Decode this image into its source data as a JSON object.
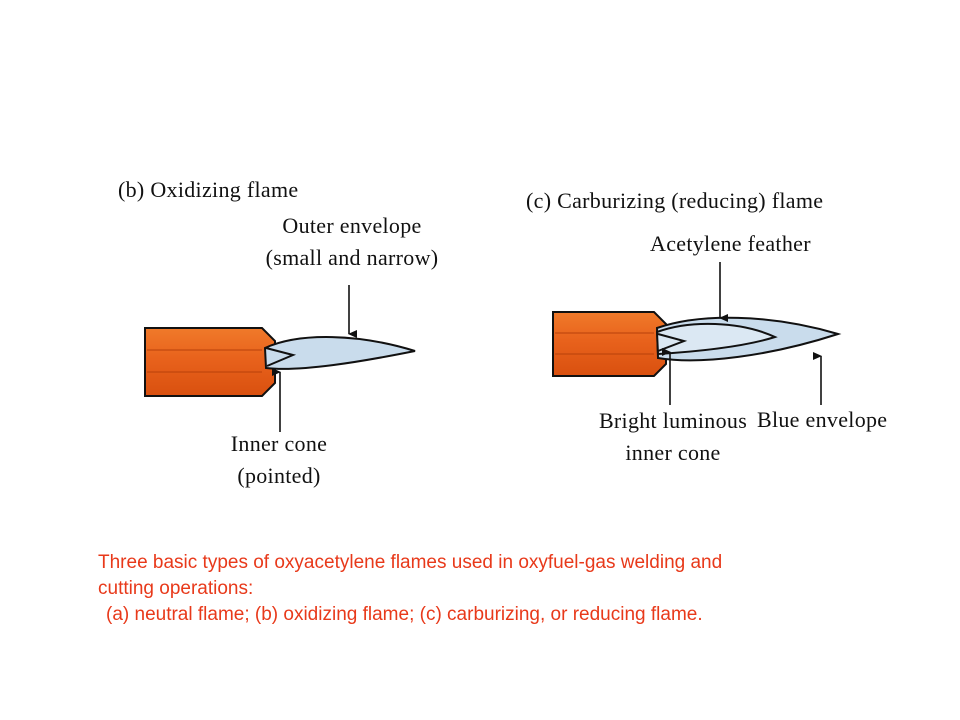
{
  "oxidizing": {
    "title": "(b) Oxidizing flame",
    "outer_line1": "Outer envelope",
    "outer_line2": "(small and narrow)",
    "inner_line1": "Inner cone",
    "inner_line2": "(pointed)"
  },
  "carburizing": {
    "title": "(c) Carburizing (reducing) flame",
    "feather": "Acetylene feather",
    "bright_line1": "Bright luminous",
    "bright_line2": "inner cone",
    "blue": "Blue envelope"
  },
  "caption": {
    "line1": "Three basic types of oxyacetylene flames used in oxyfuel-gas welding and",
    "line2": "cutting operations:",
    "line3": "(a) neutral flame;  (b) oxidizing flame; (c) carburizing, or reducing flame."
  },
  "colors": {
    "caption": "#e8391a",
    "nozzle": "#e8621c",
    "flame_fill": "#c9dcec",
    "outline": "#111111"
  },
  "icons": [
    "torch-nozzle-icon",
    "oxidizing-flame-icon",
    "carburizing-flame-icon",
    "arrow-icon"
  ]
}
